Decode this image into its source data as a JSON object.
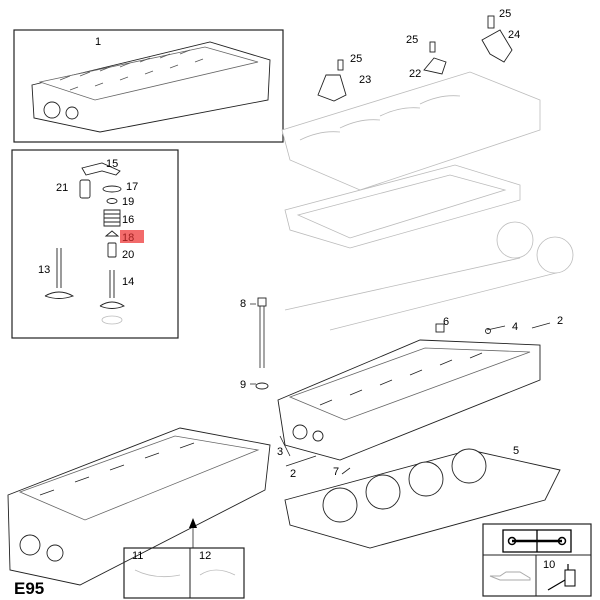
{
  "diagram_code": "E95",
  "highlight_color": "#f26b6b",
  "callouts": {
    "c1": "1",
    "c2a": "2",
    "c2b": "2",
    "c3": "3",
    "c4": "4",
    "c5": "5",
    "c6": "6",
    "c7": "7",
    "c8": "8",
    "c9": "9",
    "c10": "10",
    "c11": "11",
    "c12": "12",
    "c13": "13",
    "c14": "14",
    "c15": "15",
    "c16": "16",
    "c17": "17",
    "c18": "18",
    "c19": "19",
    "c20": "20",
    "c21": "21",
    "c22": "22",
    "c23": "23",
    "c24": "24",
    "c25a": "25",
    "c25b": "25",
    "c25c": "25"
  },
  "highlighted_part": "18",
  "icons": [
    "repair-manual-icon",
    "oil-can-icon",
    "tool-icon"
  ]
}
